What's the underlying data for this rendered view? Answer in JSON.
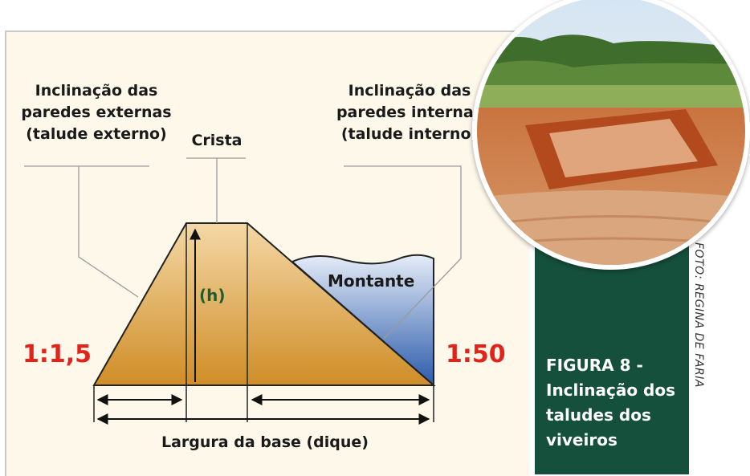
{
  "labels": {
    "external_slope": [
      "Inclinação das",
      "paredes externas",
      "(talude externo)"
    ],
    "internal_slope": [
      "Inclinação das",
      "paredes internas",
      "(talude interno)"
    ],
    "crest": "Crista",
    "height": "(h)",
    "upstream": "Montante",
    "base_width": "Largura da base (dique)",
    "ratio_left": "1:1,5",
    "ratio_right": "1:50"
  },
  "caption": [
    "FIGURA 8 -",
    "Inclinação dos",
    "taludes dos",
    "viveiros"
  ],
  "photo_credit": "FOTO: REGINA DE FARIA",
  "colors": {
    "background": "#fdf8ea",
    "panel_green": "#15503d",
    "ratio_red": "#e2231a",
    "height_label_green": "#1f5d2e",
    "soil_light": "#f4d8a6",
    "soil_dark": "#cf8d27",
    "water_light": "#e4ecf7",
    "water_dark": "#2c5bab"
  }
}
